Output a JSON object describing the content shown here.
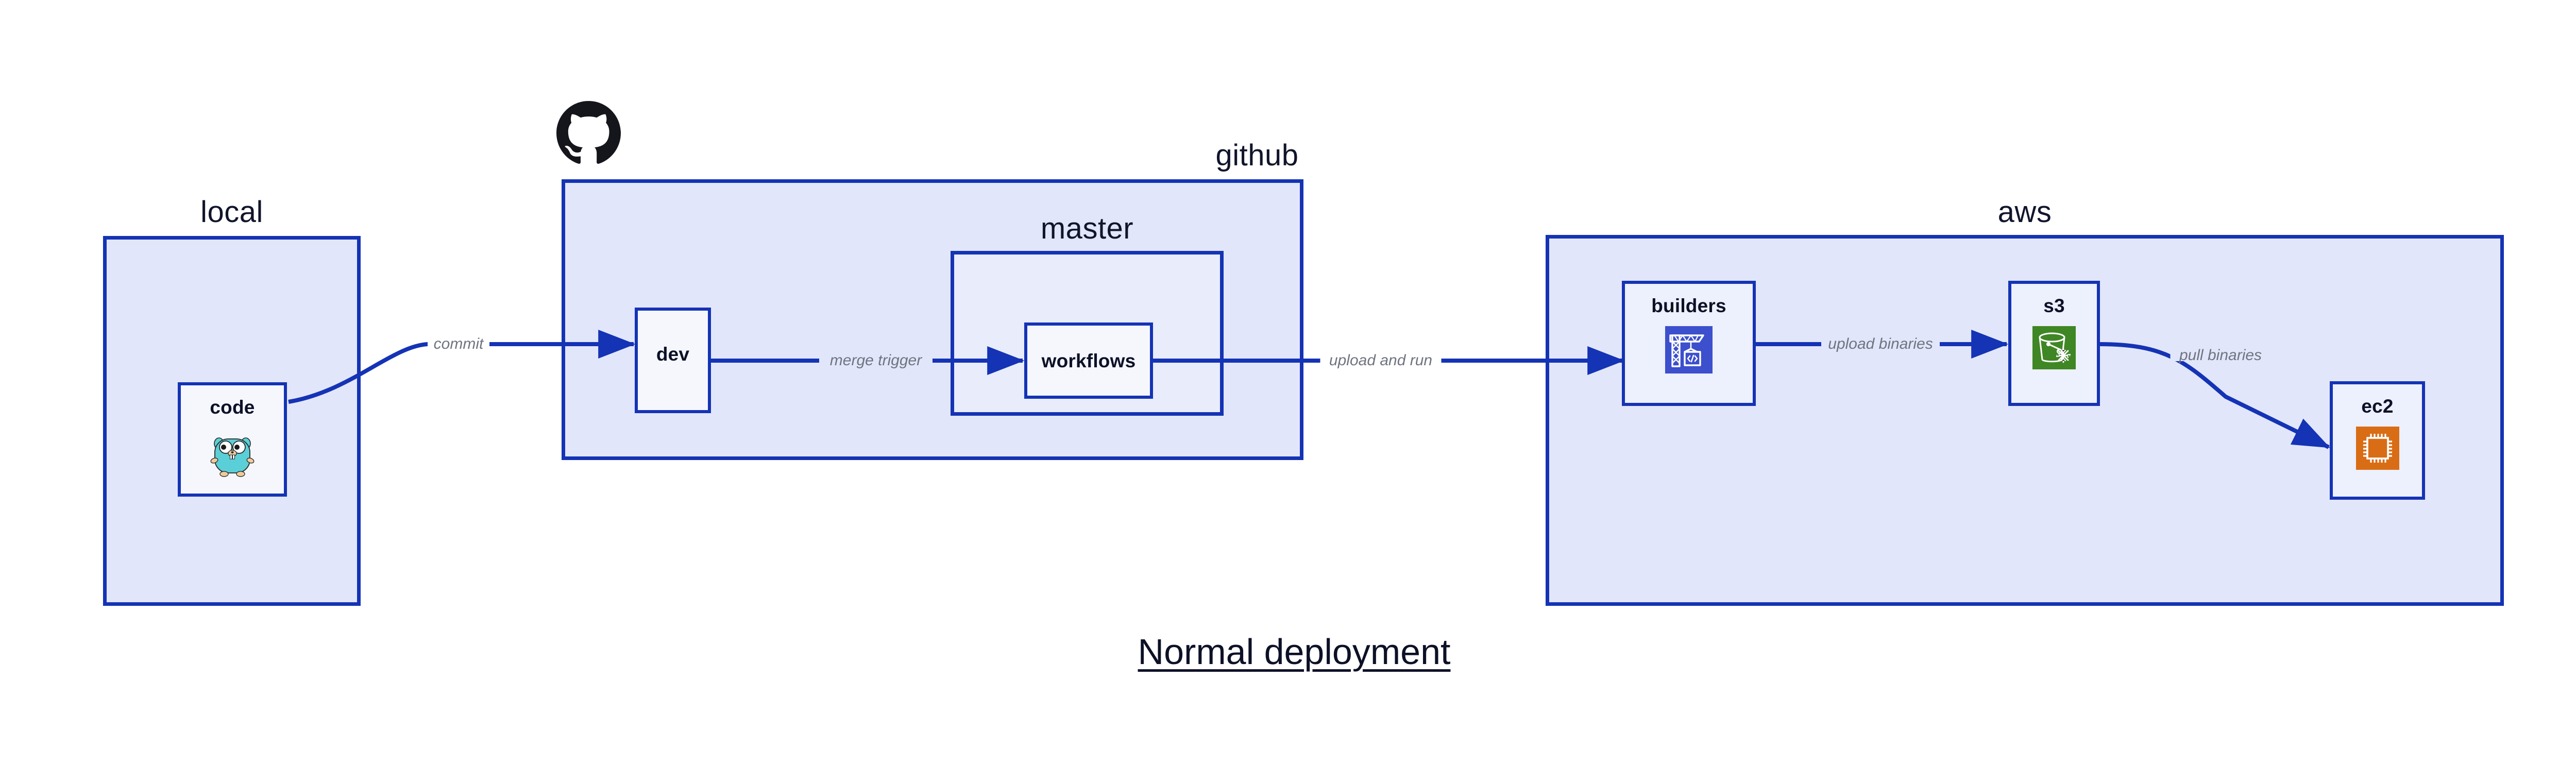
{
  "title": "Normal deployment",
  "colors": {
    "container_border": "#1433b5",
    "container_fill": "#e2e6fa",
    "container_fill_light": "#e8ecfb",
    "node_fill": "#edf0fd",
    "node_fill_white": "#f5f7fd",
    "edge": "#1433b5",
    "edge_label_text": "#6f7480",
    "node_text": "#0d1127",
    "aws_codebuild_icon": "#3c4fcd",
    "aws_s3_icon": "#3f8624",
    "aws_ec2_icon": "#d96d16",
    "go_gopher_body": "#5bcfd8",
    "github_logo": "#15151c"
  },
  "groups": [
    {
      "id": "local",
      "label": "local"
    },
    {
      "id": "github",
      "label": "github"
    },
    {
      "id": "master",
      "label": "master"
    },
    {
      "id": "aws",
      "label": "aws"
    }
  ],
  "nodes": [
    {
      "id": "code",
      "label": "code",
      "icon": "go-gopher-icon",
      "group": "local"
    },
    {
      "id": "dev",
      "label": "dev",
      "icon": null,
      "group": "github"
    },
    {
      "id": "workflows",
      "label": "workflows",
      "icon": null,
      "group": "master"
    },
    {
      "id": "builders",
      "label": "builders",
      "icon": "aws-codebuild-icon",
      "group": "aws"
    },
    {
      "id": "s3",
      "label": "s3",
      "icon": "aws-s3-icon",
      "group": "aws"
    },
    {
      "id": "ec2",
      "label": "ec2",
      "icon": "aws-ec2-icon",
      "group": "aws"
    }
  ],
  "edges": [
    {
      "id": "commit",
      "label": "commit",
      "from": "code",
      "to": "dev"
    },
    {
      "id": "merge-trigger",
      "label": "merge trigger",
      "from": "dev",
      "to": "workflows"
    },
    {
      "id": "upload-and-run",
      "label": "upload and run",
      "from": "workflows",
      "to": "builders"
    },
    {
      "id": "upload-binaries",
      "label": "upload binaries",
      "from": "builders",
      "to": "s3"
    },
    {
      "id": "pull-binaries",
      "label": "pull binaries",
      "from": "s3",
      "to": "ec2"
    }
  ],
  "logos": [
    {
      "id": "github-logo",
      "name": "github-octocat-logo"
    }
  ]
}
